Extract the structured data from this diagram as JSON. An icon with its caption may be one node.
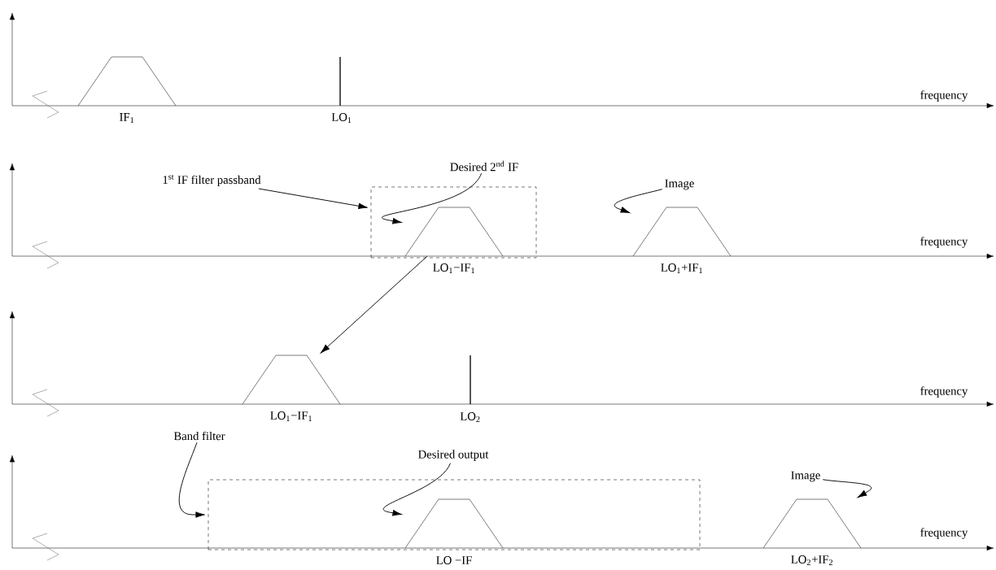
{
  "diagram": {
    "nodes": [
      {
        "text": [],
        "shape": "trapezoid",
        "beside": [
          "IF$_{1}$"
        ]
      },
      {
        "text": [
          "1$^{st}$ IF filter passband"
        ]
      },
      {
        "text": [
          "Desired 2$^{nd}$ IF"
        ]
      },
      {
        "text": [
          "Image"
        ]
      },
      {
        "text": [],
        "shape": "box"
      },
      {
        "text": [],
        "shape": "trapezoid",
        "in": 4,
        "beside": [
          "LO$_{1}$−IF$_{1}$"
        ]
      },
      {
        "text": [],
        "shape": "trapezoid",
        "beside": [
          "LO$_{1}$+IF$_{1}$"
        ]
      },
      {
        "text": [],
        "shape": "trapezoid",
        "beside": [
          "LO$_{1}$−IF$_{1}$"
        ]
      },
      {
        "text": [
          "Band filter"
        ]
      },
      {
        "text": [
          "Desired output"
        ]
      },
      {
        "text": [
          "Image"
        ]
      },
      {
        "text": [],
        "shape": "box"
      },
      {
        "text": [],
        "shape": "trapezoid",
        "in": 11,
        "beside": [
          "LO −IF"
        ]
      },
      {
        "text": [],
        "shape": "trapezoid",
        "beside": [
          "LO$_{2}$+IF$_{2}$"
        ]
      }
    ],
    "edges": [
      {
        "from": 1,
        "to": 4,
        "arrow": "to"
      },
      {
        "from": 2,
        "to": 5,
        "arrow": "to"
      },
      {
        "from": 3,
        "to": 6,
        "arrow": "to"
      },
      {
        "from": 5,
        "to": 7,
        "arrow": "to"
      },
      {
        "from": 8,
        "to": 11,
        "arrow": "to"
      },
      {
        "from": 9,
        "to": 12,
        "arrow": "to"
      },
      {
        "from": 10,
        "to": 13,
        "arrow": "to"
      }
    ],
    "labels": [
      "LO$_{1}$",
      "frequency",
      "frequency",
      "LO$_{2}$",
      "frequency",
      "frequency"
    ]
  }
}
